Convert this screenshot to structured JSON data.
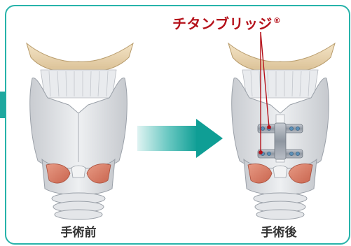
{
  "labels": {
    "before": "手術前",
    "after": "手術後",
    "product": "チタンブリッジ",
    "registered_mark": "®"
  },
  "colors": {
    "frame": "#27b3aa",
    "arrow": "#1aa69d",
    "product_text": "#b5121b",
    "muscle": "#d9806a",
    "cartilage": "#d8dadd",
    "bone": "#e8d3b0"
  },
  "icons": {
    "arrow": "right-arrow-icon",
    "device": "titanium-bridge-implant"
  }
}
